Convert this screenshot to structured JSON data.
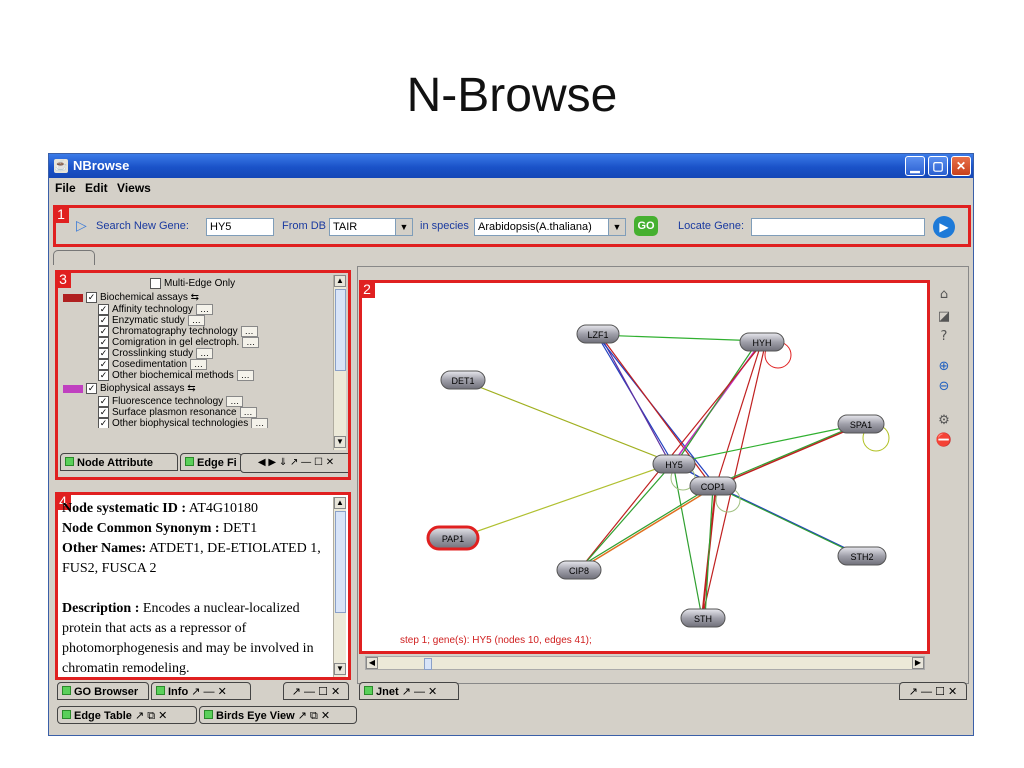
{
  "slide": {
    "title": "N-Browse"
  },
  "window": {
    "title": "NBrowse",
    "app_icon": "java-cup-icon"
  },
  "menu": [
    "File",
    "Edit",
    "Views"
  ],
  "toolbar": {
    "badge": "1",
    "search_label": "Search New Gene:",
    "search_value": "HY5",
    "from_db_label": "From DB",
    "from_db_value": "TAIR",
    "species_label": "in species",
    "species_value": "Arabidopsis(A.thaliana)",
    "go_label": "GO",
    "locate_label": "Locate Gene:",
    "locate_value": ""
  },
  "panel3": {
    "badge": "3",
    "multi_edge": "Multi-Edge Only",
    "groups": [
      {
        "label": "Biochemical assays",
        "color": "#b02020",
        "children": [
          "Affinity technology",
          "Enzymatic study",
          "Chromatography technology",
          "Comigration in gel electroph.",
          "Crosslinking study",
          "Cosedimentation",
          "Other biochemical methods"
        ]
      },
      {
        "label": "Biophysical assays",
        "color": "#c040c0",
        "children": [
          "Fluorescence technology",
          "Surface plasmon resonance",
          "Other biophysical technologies"
        ]
      }
    ],
    "tabs": {
      "node_attribute": "Node Attribute",
      "edge_filter": "Edge Fi"
    }
  },
  "panel4": {
    "badge": "4",
    "id_label": "Node systematic ID :",
    "id_value": "AT4G10180",
    "synonym_label": "Node Common Synonym :",
    "synonym_value": "DET1",
    "other_label": "Other Names:",
    "other_value": "ATDET1, DE-ETIOLATED 1, FUS2, FUSCA 2",
    "desc_label": "Description :",
    "desc_value": "Encodes a nuclear-localized protein that acts as a repressor of photomorphogenesis and may be involved in chromatin remodeling."
  },
  "bottom_tabs": {
    "go_browser": "GO Browser",
    "info": "Info",
    "edge_table": "Edge Table",
    "birds_eye": "Birds Eye View",
    "jnet": "Jnet"
  },
  "graph": {
    "badge": "2",
    "status": "step 1; gene(s): HY5 (nodes 10, edges 41);",
    "nodes": [
      "LZF1",
      "HYH",
      "DET1",
      "SPA1",
      "HY5",
      "COP1",
      "PAP1",
      "CIP8",
      "STH2",
      "STH"
    ]
  },
  "colors": {
    "accent_red": "#e02020",
    "title_blue": "#1a52c8",
    "node_gray": "#a0a0aa"
  }
}
